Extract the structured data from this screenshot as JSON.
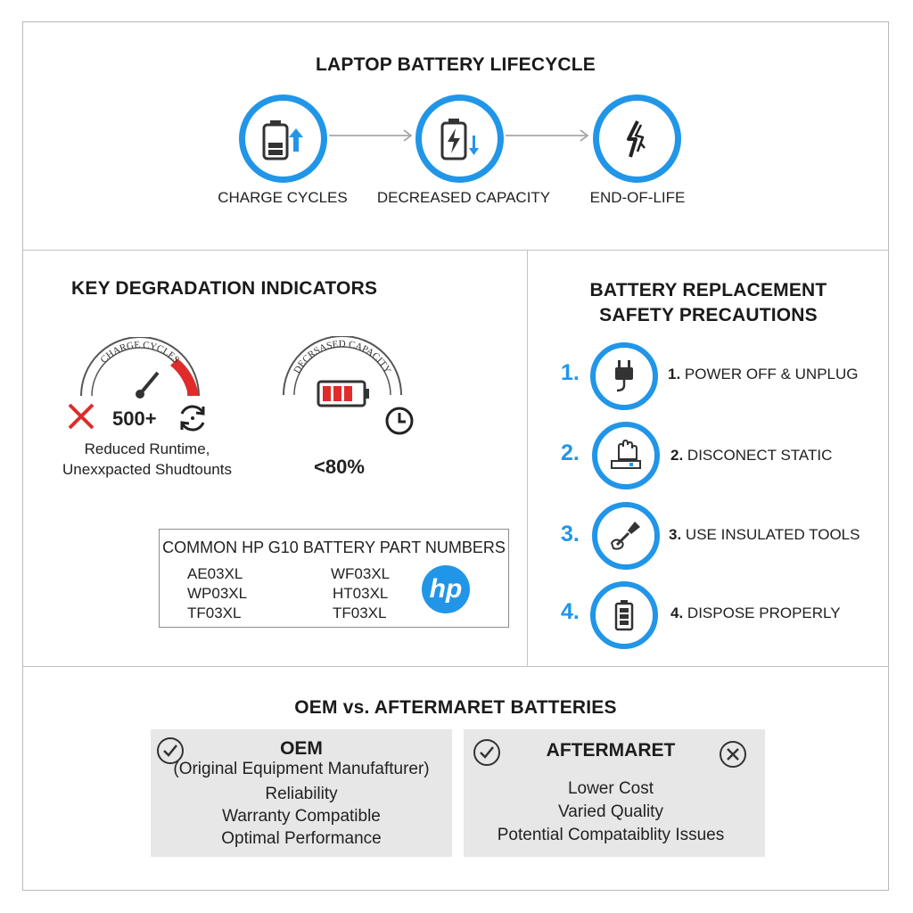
{
  "lifecycle": {
    "title": "LAPTOP BATTERY LIFECYCLE",
    "steps": [
      {
        "label": "CHARGE CYCLES",
        "icon": "battery-charge-up-icon"
      },
      {
        "label": "DECREASED CAPACITY",
        "icon": "battery-bolt-down-icon"
      },
      {
        "label": "END-OF-LIFE",
        "icon": "broken-battery-icon"
      }
    ]
  },
  "degradation": {
    "title": "KEY DEGRADATION INDICATORS",
    "gauge1": {
      "arc_label": "CHARGE CYCLES",
      "value": "500+",
      "caption_line1": "Reduced Runtime,",
      "caption_line2": "Unexxpacted Shudtounts",
      "level": 0.85
    },
    "gauge2": {
      "arc_label": "DECRSASED CAPACITY",
      "value": "<80%"
    },
    "parts": {
      "title": "COMMON HP G10 BATTERY PART NUMBERS",
      "left": [
        "AE03XL",
        "WP03XL",
        "TF03XL"
      ],
      "right": [
        "WF03XL",
        "HT03XL",
        "TF03XL"
      ],
      "logo": "hp"
    }
  },
  "safety": {
    "title_line1": "BATTERY REPLACEMENT",
    "title_line2": "SAFETY PRECAUTIONS",
    "items": [
      {
        "num": "1.",
        "prefix": "1.",
        "label": "POWER OFF & UNPLUG",
        "icon": "plug-icon"
      },
      {
        "num": "2.",
        "prefix": "2.",
        "label": "DISCONECT STATIC",
        "icon": "glove-icon"
      },
      {
        "num": "3.",
        "prefix": "3.",
        "label": "USE INSULATED TOOLS",
        "icon": "screwdriver-icon"
      },
      {
        "num": "4.",
        "prefix": "4.",
        "label": "DISPOSE PROPERLY",
        "icon": "battery-icon"
      }
    ]
  },
  "comparison": {
    "title": "OEM vs. AFTERMARET BATTERIES",
    "oem": {
      "title": "OEM",
      "subtitle": "(Original Equipment Manufafturer)",
      "lines": [
        "Reliability",
        "Warranty Compatible",
        "Optimal Performance"
      ]
    },
    "aftermarket": {
      "title": "AFTERMARET",
      "lines": [
        "Lower Cost",
        "Varied Quality",
        "Potential Compataiblity Issues"
      ]
    }
  },
  "colors": {
    "accent": "#2196e8",
    "warning": "#e02b2b",
    "border": "#b9b9b9",
    "card": "#e7e7e7"
  }
}
